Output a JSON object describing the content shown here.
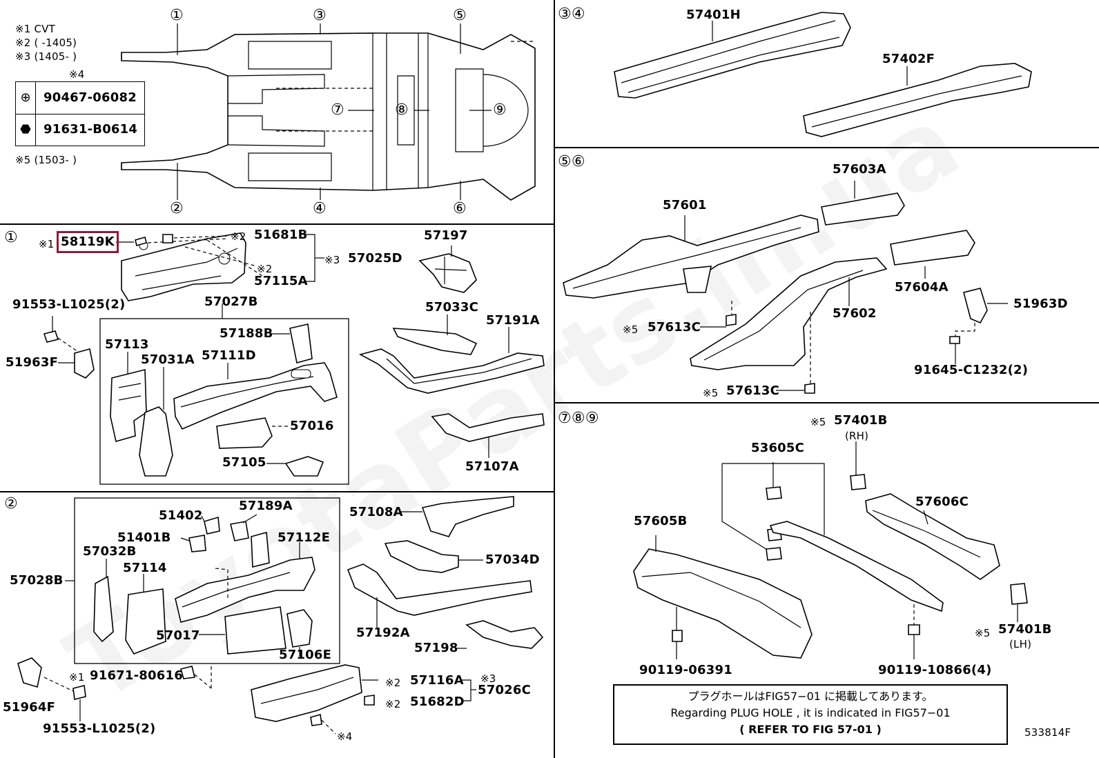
{
  "watermark": "ToyotaParts.in.ua",
  "legend": {
    "n1": "※1 CVT",
    "n2": "※2 (      -1405)",
    "n3": "※3 (1405-      )",
    "n4": "※4",
    "n5": "※5 (1503-      )",
    "table": [
      {
        "icon": "screw-icon",
        "part": "90467-06082"
      },
      {
        "icon": "bolt-icon",
        "part": "91631-B0614"
      }
    ]
  },
  "overview": {
    "c1": "①",
    "c2": "②",
    "c3": "③",
    "c4": "④",
    "c5": "⑤",
    "c6": "⑥",
    "c7": "⑦",
    "c8": "⑧",
    "c9": "⑨"
  },
  "sec1": {
    "circle": "①",
    "note_k": "※1",
    "highlighted": "58119K",
    "n2a": "※2",
    "p51681B": "51681B",
    "n2b": "※2",
    "p57115A": "57115A",
    "n3": "※3",
    "p57025D": "57025D",
    "p57197": "57197",
    "p91553a": "91553-L1025(2)",
    "p57027B": "57027B",
    "p57033C": "57033C",
    "p57191A": "57191A",
    "p51963F": "51963F",
    "p57113": "57113",
    "p57188B": "57188B",
    "p57031A": "57031A",
    "p57111D": "57111D",
    "p57016": "57016",
    "p57105": "57105",
    "p57107A": "57107A"
  },
  "sec2": {
    "circle": "②",
    "p57108A": "57108A",
    "p51402": "51402",
    "p57189A": "57189A",
    "p51401B": "51401B",
    "p57112E": "57112E",
    "p57032B": "57032B",
    "p57034D": "57034D",
    "p57114": "57114",
    "p57028B": "57028B",
    "p57192A": "57192A",
    "p57017": "57017",
    "p57106E": "57106E",
    "p57198": "57198",
    "n1": "※1",
    "p91671": "91671-80616",
    "p51964F": "51964F",
    "n2a": "※2",
    "p57116A": "57116A",
    "n3": "※3",
    "p57026C": "57026C",
    "n2b": "※2",
    "p51682D": "51682D",
    "p91553b": "91553-L1025(2)",
    "n4": "※4"
  },
  "sec34": {
    "circles": "③④",
    "p57401H": "57401H",
    "p57402F": "57402F"
  },
  "sec56": {
    "circles": "⑤⑥",
    "p57603A": "57603A",
    "p57601": "57601",
    "p57604A": "57604A",
    "p51963D": "51963D",
    "p57602": "57602",
    "n5a": "※5",
    "p57613Ca": "57613C",
    "n5b": "※5",
    "p57613Cb": "57613C",
    "p91645": "91645-C1232(2)"
  },
  "sec789": {
    "circles": "⑦⑧⑨",
    "n5a": "※5",
    "p57401Ba": "57401B",
    "rh": "(RH)",
    "p53605C": "53605C",
    "p57606C": "57606C",
    "p57605B": "57605B",
    "n5b": "※5",
    "p57401Bb": "57401B",
    "lh": "(LH)",
    "p90119a": "90119-06391",
    "p90119b": "90119-10866(4)"
  },
  "note": {
    "line1": "プラグホールはFIG57−01 に掲載してあります。",
    "line2": "Regarding  PLUG  HOLE , it  is  indicated  in  FIG57−01",
    "line3": "(      REFER  TO  FIG  57-01      )"
  },
  "figure_id": "533814F"
}
